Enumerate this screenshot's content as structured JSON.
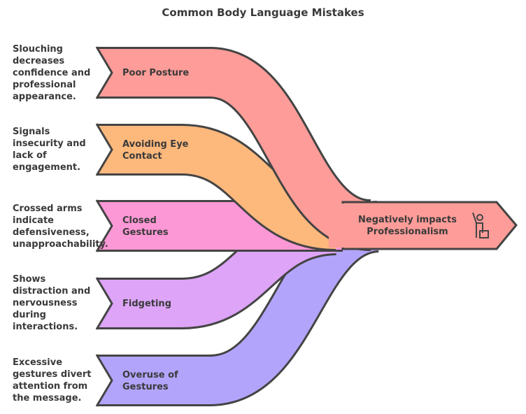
{
  "title": "Common Body Language Mistakes",
  "items": [
    {
      "label": "Poor Posture",
      "description": "Slouching decreases confidence and professional appearance.",
      "color": "#fd9c98"
    },
    {
      "label": "Avoiding Eye Contact",
      "description": "Signals insecurity and lack of engagement.",
      "color": "#fdb87c"
    },
    {
      "label": "Closed Gestures",
      "description": "Crossed arms indicate defensiveness, unapproachability.",
      "color": "#fd98d6"
    },
    {
      "label": "Fidgeting",
      "description": "Shows distraction and nervousness during interactions.",
      "color": "#dda4f8"
    },
    {
      "label": "Overuse of Gestures",
      "description": "Excessive gestures divert attention from the message.",
      "color": "#b3a4fb"
    }
  ],
  "outcome": {
    "label": "Negatively impacts Professionalism",
    "icon": "professional-person-icon",
    "color": "#fd9c98"
  }
}
